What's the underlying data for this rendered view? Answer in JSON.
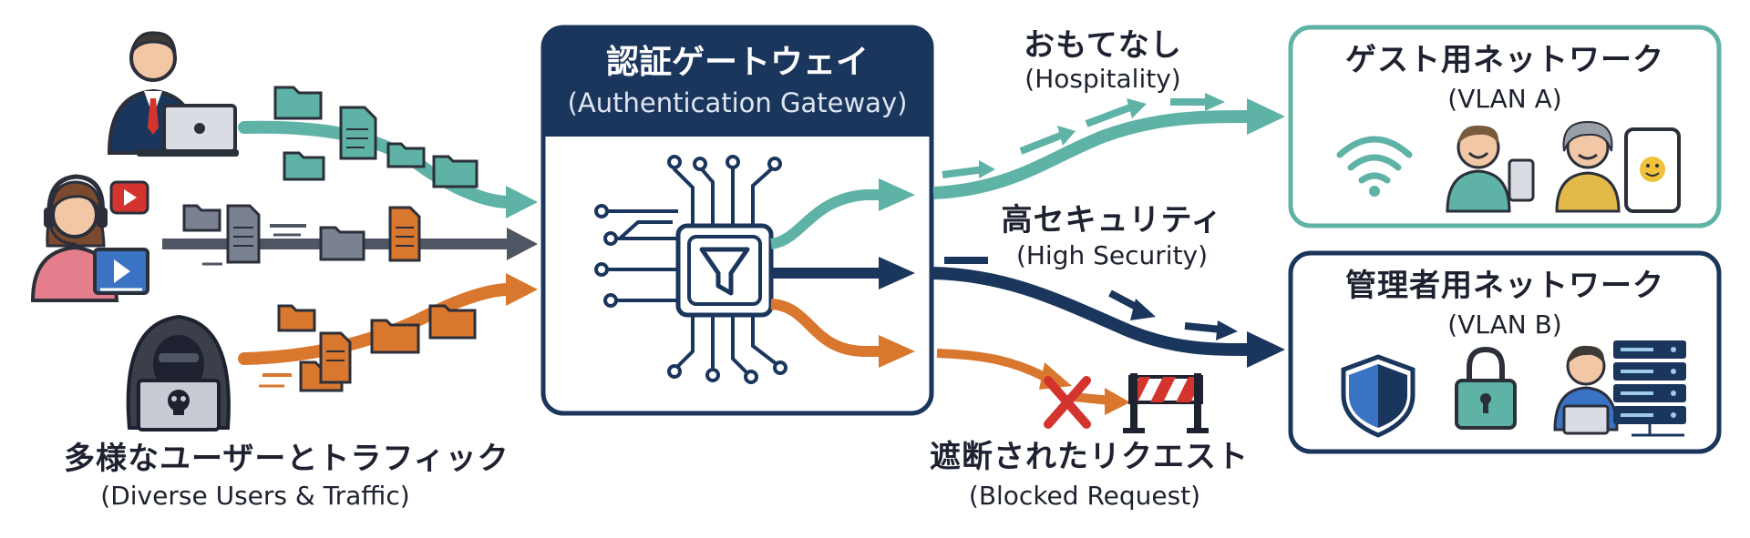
{
  "users": {
    "title_jp": "多様なユーザーとトラフィック",
    "title_en": "(Diverse Users & Traffic)"
  },
  "gateway": {
    "title_jp": "認証ゲートウェイ",
    "title_en": "(Authentication Gateway)"
  },
  "routes": {
    "hospitality": {
      "jp": "おもてなし",
      "en": "(Hospitality)"
    },
    "security": {
      "jp": "高セキュリティ",
      "en": "(High Security)"
    },
    "blocked": {
      "jp": "遮断されたリクエスト",
      "en": "(Blocked Request)"
    }
  },
  "networks": {
    "guest": {
      "name": "ゲスト用ネットワーク",
      "vlan": "(VLAN A)"
    },
    "admin": {
      "name": "管理者用ネットワーク",
      "vlan": "(VLAN B)"
    }
  },
  "colors": {
    "teal": "#5fb2a6",
    "navy": "#1b365d",
    "orange": "#d9772e",
    "gray": "#4f5663",
    "red": "#d4342e"
  },
  "icons": [
    "businessman-laptop-icon",
    "headset-user-icon",
    "video-icon",
    "hacker-icon",
    "skull-icon",
    "folder-icon",
    "document-icon",
    "funnel-icon",
    "circuit-chip-icon",
    "wifi-icon",
    "smiling-user-icon",
    "smartphone-icon",
    "tablet-smiley-icon",
    "shield-icon",
    "padlock-icon",
    "admin-user-icon",
    "server-rack-icon",
    "barrier-icon",
    "block-x-icon"
  ]
}
